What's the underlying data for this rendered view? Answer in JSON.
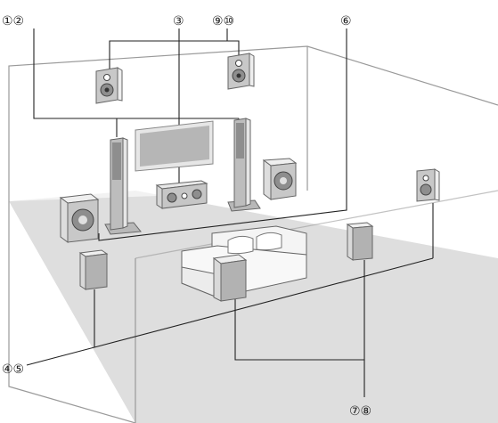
{
  "labels": {
    "front_lr": "①②",
    "center": "③",
    "front_high": "⑨⑩",
    "subwoofer": "⑥",
    "surround": "④⑤",
    "surround_back": "⑦⑧"
  },
  "colors": {
    "floor": "#dedede",
    "wall": "#ffffff",
    "room_edge": "#9a9a9a",
    "speaker_side": "#e9e9e9",
    "speaker_front": "#c4c4c4",
    "speaker_dark": "#8e8e8e",
    "wire": "#222222"
  }
}
